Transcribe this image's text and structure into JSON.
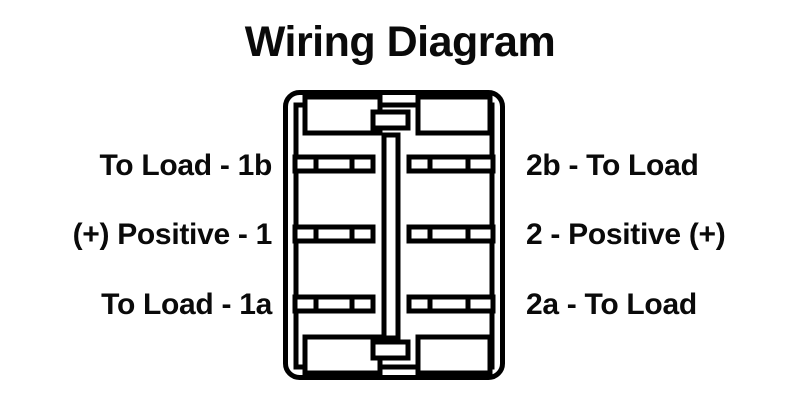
{
  "title": "Wiring Diagram",
  "diagram": {
    "type": "rocker-switch-wiring",
    "description": "Six-terminal DPDT rocker switch terminal layout with wiring labels on both sides",
    "colors": {
      "line": "#000000",
      "fill": "#ffffff",
      "text": "#0a0a0a",
      "background": "#ffffff"
    },
    "outline": {
      "shape": "rounded-rectangle",
      "corner_radius": 14,
      "stroke_width": 4
    },
    "terminal_rows": 3,
    "terminal_columns": 2,
    "segments_per_terminal": 3,
    "center_actuator": "vertical-bar"
  },
  "labels": {
    "left": [
      {
        "id": "1b",
        "text": "To Load - 1b"
      },
      {
        "id": "1",
        "text": "(+) Positive - 1"
      },
      {
        "id": "1a",
        "text": "To Load - 1a"
      }
    ],
    "right": [
      {
        "id": "2b",
        "text": "2b - To Load"
      },
      {
        "id": "2",
        "text": "2 - Positive (+)"
      },
      {
        "id": "2a",
        "text": "2a - To Load"
      }
    ]
  }
}
